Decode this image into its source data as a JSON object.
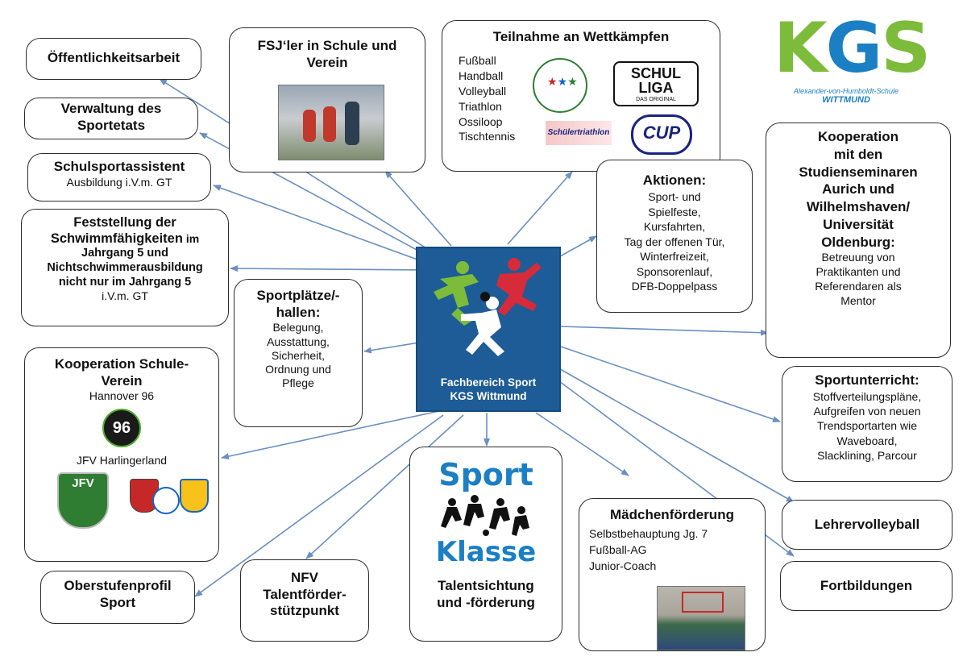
{
  "hub": {
    "line1": "Fachbereich Sport",
    "line2": "KGS Wittmund"
  },
  "school_logo": {
    "letters": "KGS",
    "caption1": "Alexander-von-Humboldt-Schule",
    "caption2": "WITTMUND"
  },
  "oeffentlichkeit": {
    "title": "Öffentlichkeitsarbeit"
  },
  "verwaltung": {
    "title1": "Verwaltung des",
    "title2": "Sportetats"
  },
  "schulsportassistent": {
    "title": "Schulsportassistent",
    "sub": "Ausbildung i.V.m. GT"
  },
  "schwimm": {
    "l1": "Feststellung der",
    "l2a": "Schwimmfähigkeiten",
    "l2b": " im",
    "l3": "Jahrgang 5 und",
    "l4": "Nichtschwimmerausbildung",
    "l5": "nicht nur im Jahrgang 5",
    "sub": "i.V.m. GT"
  },
  "kooperation_verein": {
    "title1": "Kooperation Schule-",
    "title2": "Verein",
    "club1": "Hannover 96",
    "club2": "JFV Harlingerland",
    "badge96": "96",
    "badge_jfv": "JFV"
  },
  "oberstufe": {
    "title1": "Oberstufenprofil",
    "title2": "Sport"
  },
  "fsj": {
    "title1": "FSJ‘ler in Schule und",
    "title2": "Verein"
  },
  "sportplaetze": {
    "title1": "Sportplätze/-",
    "title2": "hallen:",
    "items": [
      "Belegung,",
      "Ausstattung,",
      "Sicherheit,",
      "Ordnung und",
      "Pflege"
    ]
  },
  "nfv": {
    "l1": "NFV",
    "l2": "Talentförder-",
    "l3": "stützpunkt"
  },
  "wettkaempfe": {
    "title": "Teilnahme an Wettkämpfen",
    "items": [
      "Fußball",
      "Handball",
      "Volleyball",
      "Triathlon",
      "Ossiloop",
      "Tischtennis"
    ],
    "logo_schulliga1": "SCHUL",
    "logo_schulliga2": "LIGA",
    "logo_schulliga3": "DAS ORIGINAL",
    "logo_triathlon": "Schülertriathlon",
    "logo_cup": "CUP"
  },
  "aktionen": {
    "title": "Aktionen:",
    "items": [
      "Sport- und",
      "Spielfeste,",
      "Kursfahrten,",
      "Tag der offenen Tür,",
      "Winterfreizeit,",
      "Sponsorenlauf,",
      "DFB-Doppelpass"
    ]
  },
  "kooperation_seminar": {
    "lines": [
      "Kooperation",
      "mit den",
      "Studienseminaren",
      "Aurich und",
      "Wilhelmshaven/",
      "Universität",
      "Oldenburg:"
    ],
    "items": [
      "Betreuung von",
      "Praktikanten und",
      "Referendaren als",
      "Mentor"
    ]
  },
  "sportunterricht": {
    "title": "Sportunterricht:",
    "items": [
      "Stoffverteilungspläne,",
      "Aufgreifen von neuen",
      "Trendsportarten wie",
      "Waveboard,",
      "Slacklining, Parcour"
    ]
  },
  "lehrervolleyball": {
    "title": "Lehrervolleyball"
  },
  "fortbildungen": {
    "title": "Fortbildungen"
  },
  "maedchen": {
    "title": "Mädchenförderung",
    "items": [
      "Selbstbehauptung Jg. 7",
      "Fußball-AG",
      "Junior-Coach"
    ]
  },
  "talent": {
    "logo1": "Sport",
    "logo2": "Klasse",
    "title1": "Talentsichtung",
    "title2": "und -förderung"
  },
  "colors": {
    "hub_blue": "#1d5c96",
    "arrow": "#6a8fc0",
    "logo_blue": "#1b7fc4",
    "green": "#7dbb3b",
    "red": "#d62b3a"
  }
}
